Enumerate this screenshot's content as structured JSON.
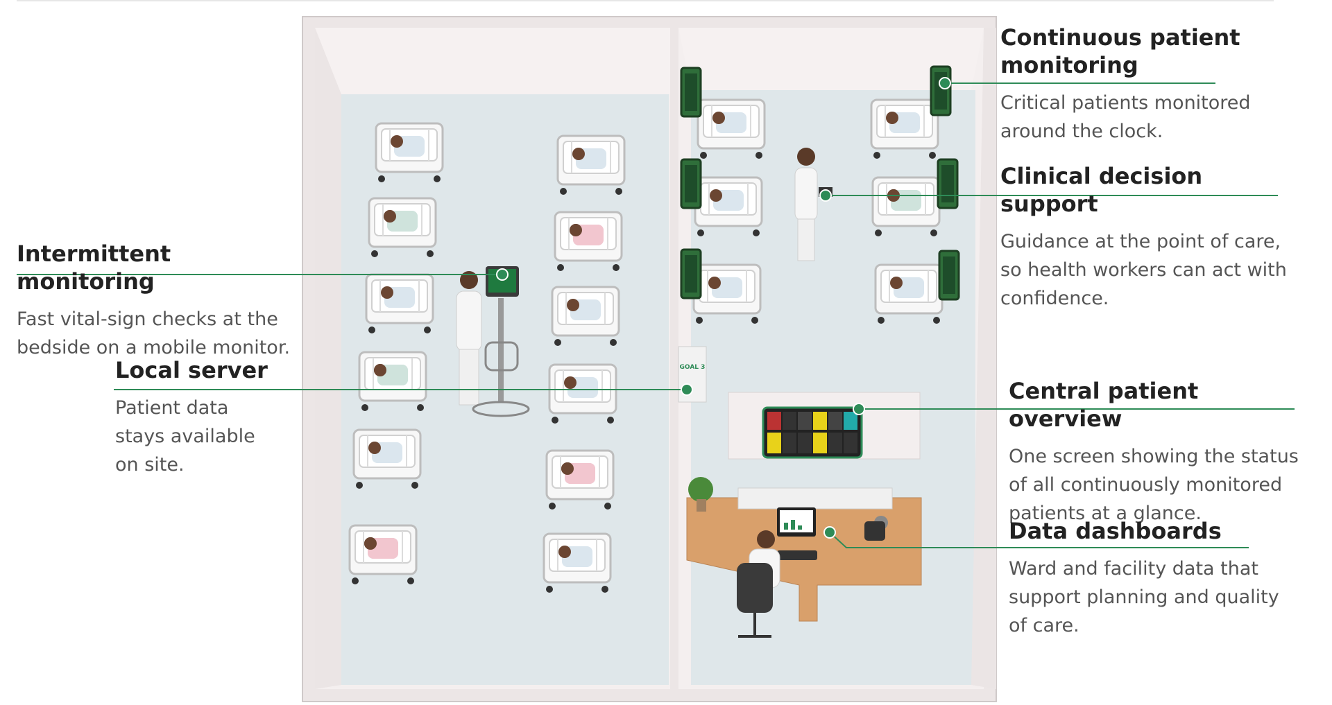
{
  "device_label": "GOAL 3",
  "callouts": [
    {
      "id": "continuous",
      "title": "Continuous patient monitoring",
      "text": "Critical patients monitored around the clock."
    },
    {
      "id": "clinical",
      "title": "Clinical decision support",
      "text": "Guidance at the point of care, so health workers can act with confidence."
    },
    {
      "id": "intermittent",
      "title": "Intermittent monitoring",
      "text": "Fast vital-sign checks at the bedside on a mobile monitor."
    },
    {
      "id": "server",
      "title": "Local server",
      "text": "Patient data stays available on site."
    },
    {
      "id": "central",
      "title": "Central patient overview",
      "text": "One screen showing the status of all continuously monitored patients at a glance."
    },
    {
      "id": "dashboards",
      "title": "Data dashboards",
      "text": "Ward and facility data that support planning and quality of care."
    }
  ],
  "colors": {
    "accent": "#2e8b57",
    "floor": "#dfe7ea",
    "wall": "#f1ecec",
    "desk": "#d9a06b",
    "screen_green": "#1f7a3f"
  }
}
